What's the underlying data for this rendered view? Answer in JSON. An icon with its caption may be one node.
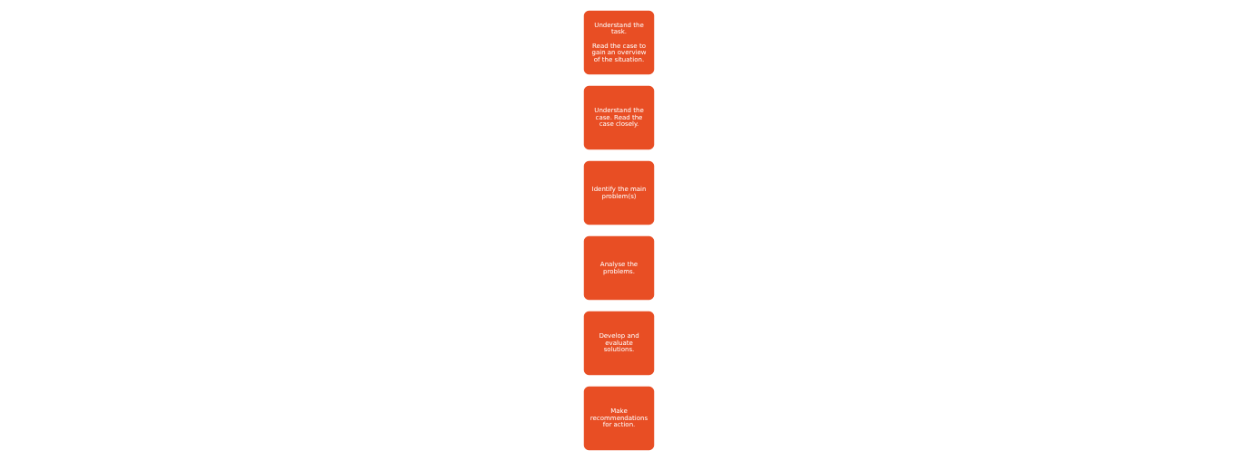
{
  "diagram": {
    "nodes": [
      {
        "text": [
          "Understand the task.",
          "Read the case to gain an overview of the situation."
        ]
      },
      {
        "text": [
          "Understand the case. Read the case closely."
        ]
      },
      {
        "text": [
          "Identify the main problem(s)"
        ]
      },
      {
        "text": [
          "Analyse the problems."
        ]
      },
      {
        "text": [
          "Develop and evaluate solutions."
        ]
      },
      {
        "text": [
          "Make recommendations for action."
        ]
      }
    ]
  }
}
